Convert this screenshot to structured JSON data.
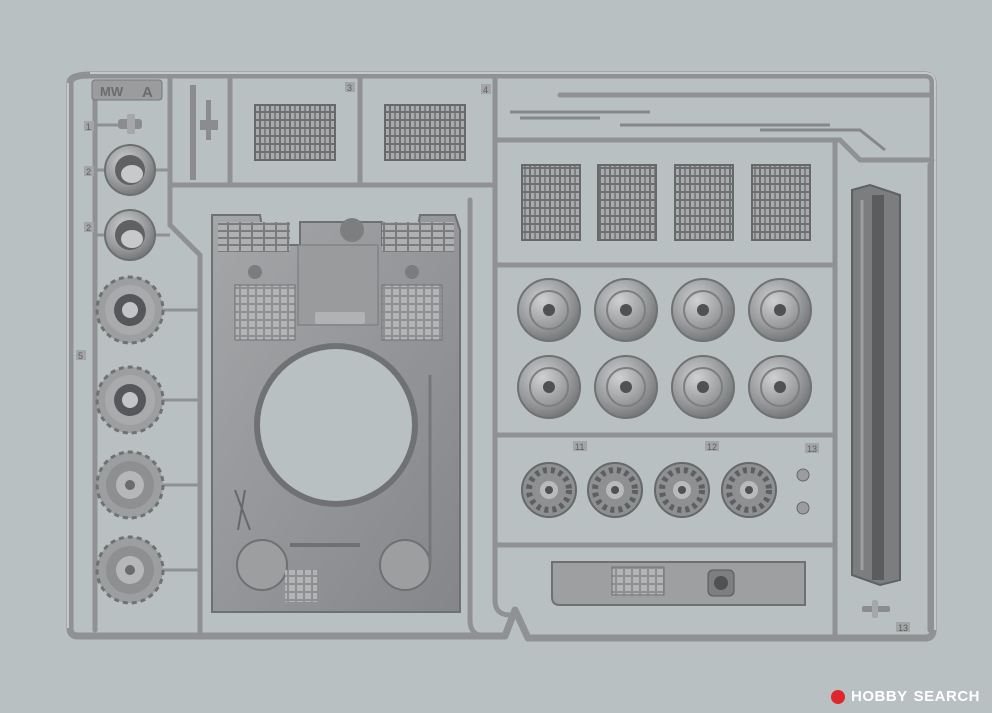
{
  "sprue": {
    "letter": "A",
    "code": "MW",
    "part_numbers": {
      "p1": "1",
      "p2": "2",
      "p3": "3",
      "p4": "4",
      "p5": "5",
      "p11": "11",
      "p12": "12",
      "p13": "13"
    }
  },
  "watermark": {
    "brand": "HOBBY",
    "suffix": "SEARCH"
  },
  "colors": {
    "background": "#b9c0c2",
    "plastic": "#8f9193",
    "plastic_dark": "#6e7072",
    "plastic_light": "#c9cacb",
    "watermark_red": "#e0262d"
  }
}
